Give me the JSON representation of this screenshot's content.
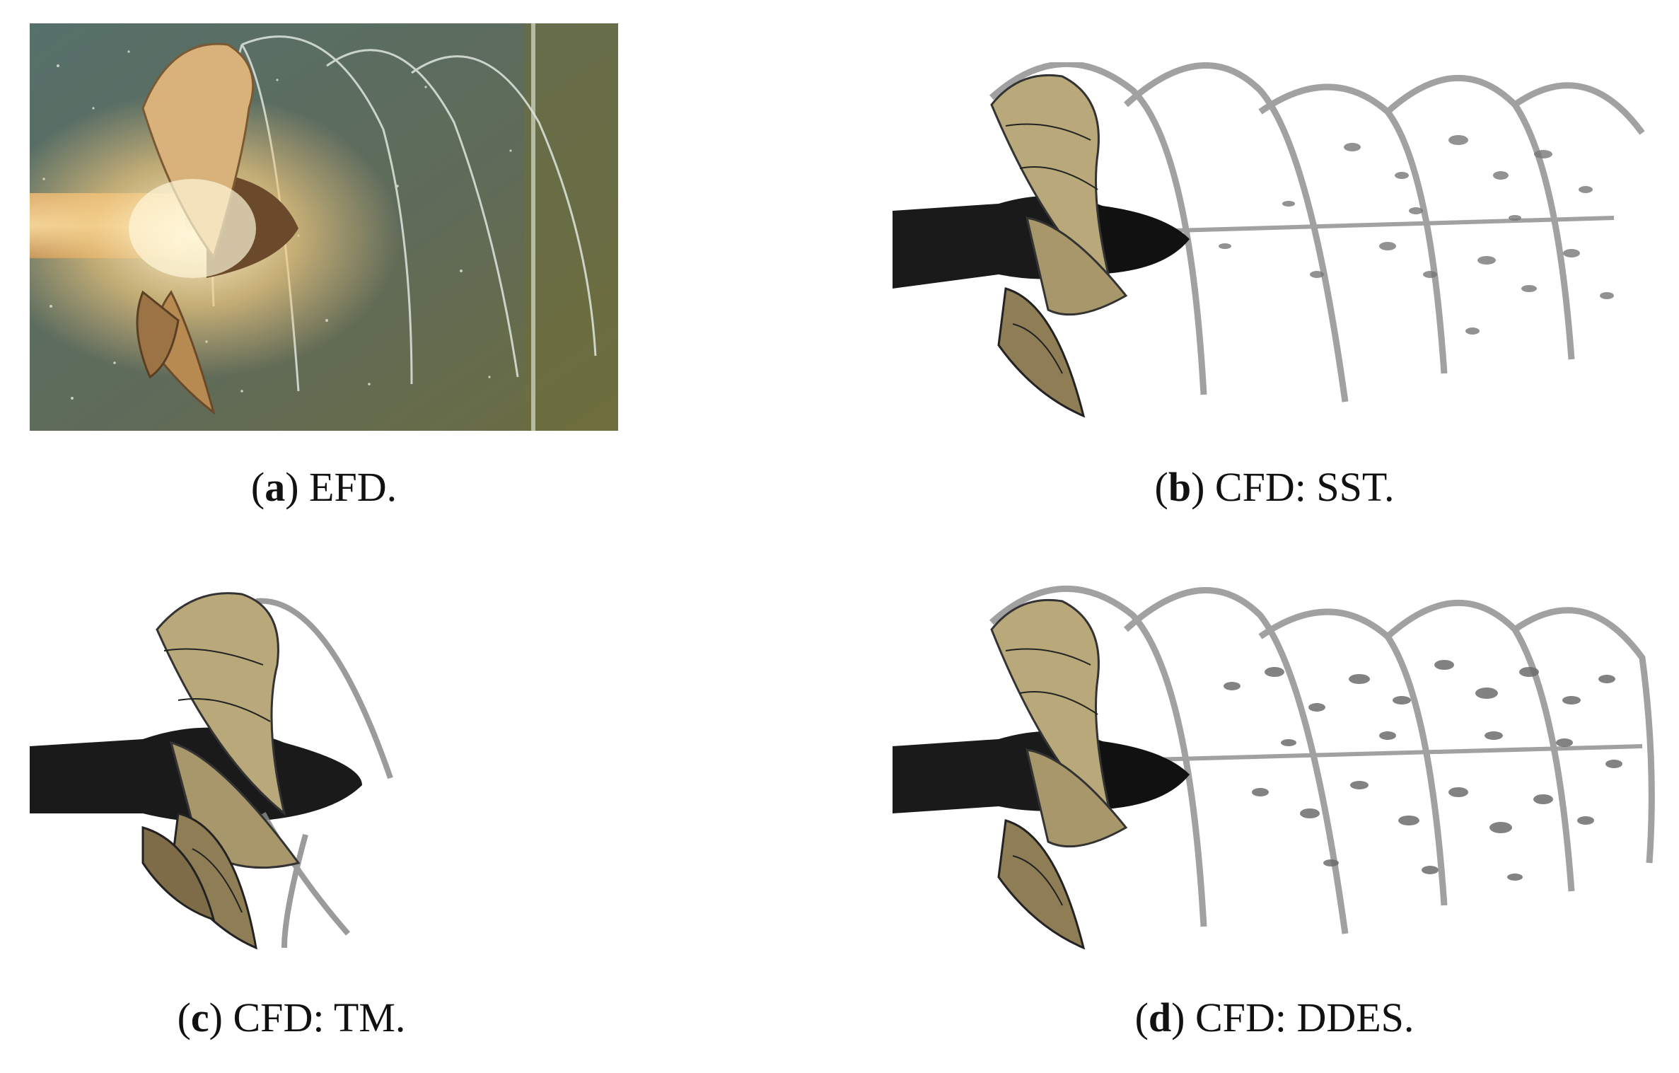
{
  "figure": {
    "panels": [
      {
        "key": "a",
        "label": "a",
        "caption": "EFD.",
        "kind": "photograph"
      },
      {
        "key": "b",
        "label": "b",
        "caption": "CFD: SST.",
        "kind": "rendering"
      },
      {
        "key": "c",
        "label": "c",
        "caption": "CFD: TM.",
        "kind": "rendering"
      },
      {
        "key": "d",
        "label": "d",
        "caption": "CFD: DDES.",
        "kind": "rendering"
      }
    ]
  },
  "colors": {
    "blade": "#b9a97a",
    "blade_dark": "#7a6a46",
    "shaft": "#1a1a1a",
    "vortex": "#8a8a8a",
    "water": "#5f6f5e",
    "glow": "#fff1c8"
  }
}
